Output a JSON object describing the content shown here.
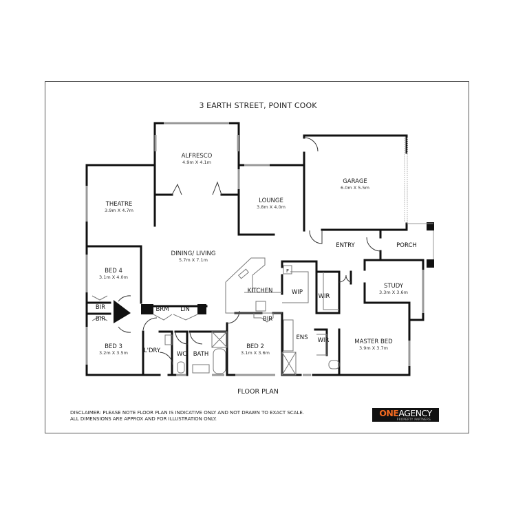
{
  "header": {
    "title": "3 EARTH STREET, POINT COOK"
  },
  "rooms": {
    "alfresco": {
      "name": "ALFRESCO",
      "dims": "4.9m X 4.1m"
    },
    "theatre": {
      "name": "THEATRE",
      "dims": "3.9m X 4.7m"
    },
    "lounge": {
      "name": "LOUNGE",
      "dims": "3.8m X 4.0m"
    },
    "garage": {
      "name": "GARAGE",
      "dims": "6.0m X 5.5m"
    },
    "dining_living": {
      "name": "DINING/ LIVING",
      "dims": "5.7m X 7.1m"
    },
    "bed4": {
      "name": "BED 4",
      "dims": "3.1m X 4.0m"
    },
    "bed3": {
      "name": "BED 3",
      "dims": "3.2m X 3.5m"
    },
    "bed2": {
      "name": "BED 2",
      "dims": "3.1m X 3.6m"
    },
    "study": {
      "name": "STUDY",
      "dims": "3.3m X 3.6m"
    },
    "master_bed": {
      "name": "MASTER BED",
      "dims": "3.9m X 3.7m"
    }
  },
  "labels": {
    "entry": "ENTRY",
    "porch": "PORCH",
    "kitchen": "KITCHEN",
    "wip": "WIP",
    "fridge": "F",
    "wir1": "WIR",
    "wir2": "WIR",
    "bir_bed4": "BIR",
    "bir_bed3": "BIR",
    "bir_bed2": "BIR",
    "brm": "BRM",
    "lin": "LIN",
    "laundry": "L'DRY",
    "wc": "WC",
    "bath": "BATH",
    "ens": "ENS"
  },
  "footer": {
    "caption": "FLOOR PLAN",
    "disclaimer_line1": "DISCLAIMER: PLEASE NOTE FLOOR PLAN IS INDICATIVE ONLY AND NOT DRAWN TO EXACT SCALE.",
    "disclaimer_line2": "ALL DIMENSIONS ARE APPROX AND FOR ILLUSTRATION ONLY."
  },
  "logo": {
    "one": "ONE",
    "agency": "AGENCY",
    "sub": "PROPERTY PARTNERS",
    "accent_color": "#f26a21"
  }
}
